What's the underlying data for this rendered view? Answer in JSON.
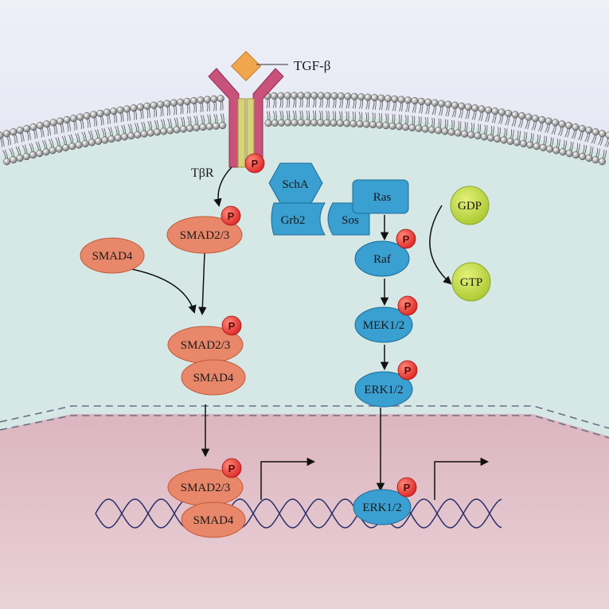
{
  "ligand": {
    "label": "TGF-β",
    "color": "#f0a64c"
  },
  "receptor": {
    "label": "TβR",
    "color": "#c9527a",
    "inner_color": "#d8d27a"
  },
  "phospho_label": "P",
  "smad_pathway": {
    "smad23": "SMAD2/3",
    "smad4": "SMAD4",
    "color": "#e8876a"
  },
  "mapk_pathway": {
    "scha": "SchA",
    "grb2": "Grb2",
    "sos": "Sos",
    "ras": "Ras",
    "raf": "Raf",
    "mek": "MEK1/2",
    "erk": "ERK1/2",
    "color": "#3a9fd1"
  },
  "nucleotides": {
    "gdp": "GDP",
    "gtp": "GTP",
    "color": "#bcd63e"
  },
  "colors": {
    "outside": "#dcdfee",
    "cytoplasm": "#d4e6e4",
    "nucleus": "#e2c4cc",
    "phospho": "#e23b3b"
  }
}
